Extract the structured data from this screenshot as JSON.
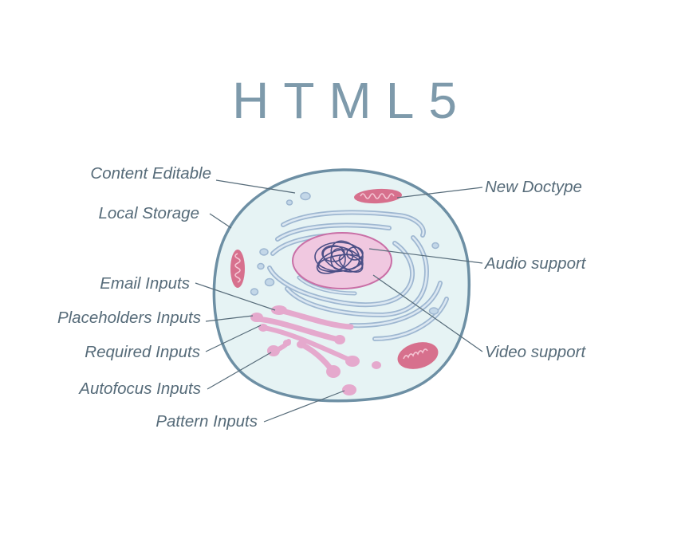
{
  "title": "HTML5",
  "labels": {
    "content_editable": "Content Editable",
    "local_storage": "Local Storage",
    "email_inputs": "Email Inputs",
    "placeholders_inputs": "Placeholders Inputs",
    "required_inputs": "Required Inputs",
    "autofocus_inputs": "Autofocus Inputs",
    "pattern_inputs": "Pattern Inputs",
    "new_doctype": "New Doctype",
    "audio_support": "Audio support",
    "video_support": "Video support"
  },
  "colors": {
    "title": "#7e9aab",
    "label_text": "#566b79",
    "leader_line": "#566b79",
    "membrane": "#6d8fa4",
    "cytoplasm": "#e6f3f4",
    "golgi_stroke": "#9eb7d1",
    "golgi_fill": "#dce8f2",
    "nucleus": "#f0c8e0",
    "nucleus_stroke": "#c96fa6",
    "chromatin": "#4b4f86",
    "mitochondria": "#d7708d",
    "reticulum": "#e5a9cd"
  }
}
